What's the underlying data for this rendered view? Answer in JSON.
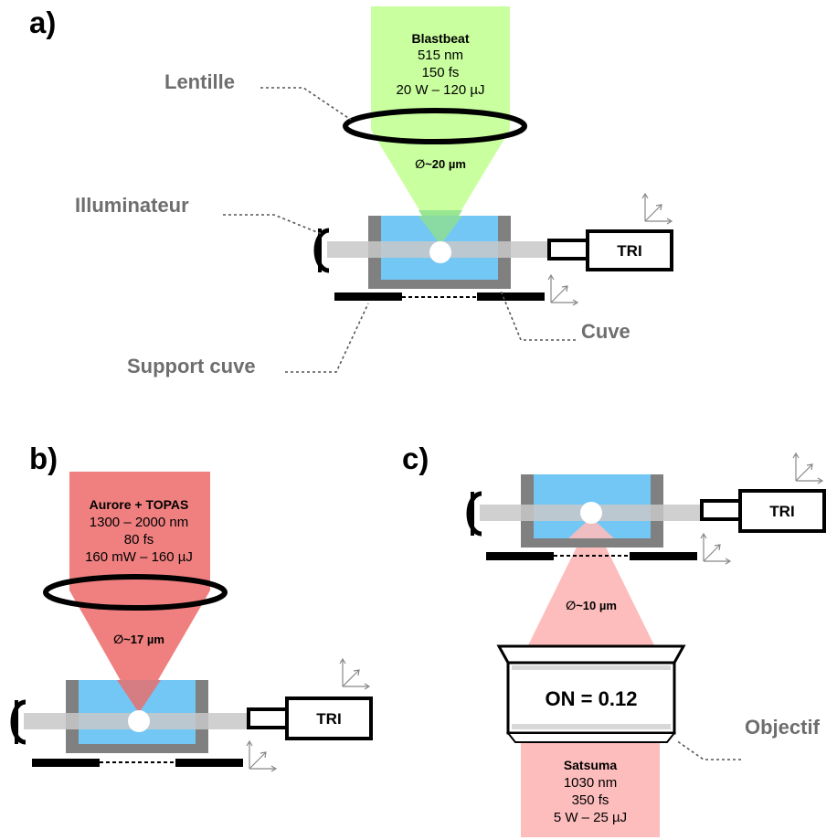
{
  "panels": {
    "a": {
      "letter": "a)",
      "laser": {
        "name": "Blastbeat",
        "lines": [
          "515 nm",
          "150 fs",
          "20 W – 120 µJ"
        ],
        "color": "#c9ff9e",
        "focus_color": "#8fe08f"
      },
      "spot": "∅~20 µm",
      "camera": "TRI",
      "callouts": {
        "lens": "Lentille",
        "illuminator": "Illuminateur",
        "cell": "Cuve",
        "cell_holder": "Support cuve"
      }
    },
    "b": {
      "letter": "b)",
      "laser": {
        "name": "Aurore + TOPAS",
        "lines": [
          "1300 – 2000 nm",
          "80 fs",
          "160 mW – 160 µJ"
        ],
        "color": "#f08080",
        "focus_color": "#e87070"
      },
      "spot": "∅~17 µm",
      "camera": "TRI"
    },
    "c": {
      "letter": "c)",
      "laser": {
        "name": "Satsuma",
        "lines": [
          "1030 nm",
          "350 fs",
          "5 W – 25 µJ"
        ],
        "color": "#fdbdbd"
      },
      "spot": "∅~10 µm",
      "camera": "TRI",
      "objective": {
        "na_label": "ON = 0.12",
        "callout": "Objectif"
      }
    }
  },
  "colors": {
    "cell_wall": "#808080",
    "liquid": "#73c7f5",
    "probe_beam": "#c8c8c8"
  }
}
